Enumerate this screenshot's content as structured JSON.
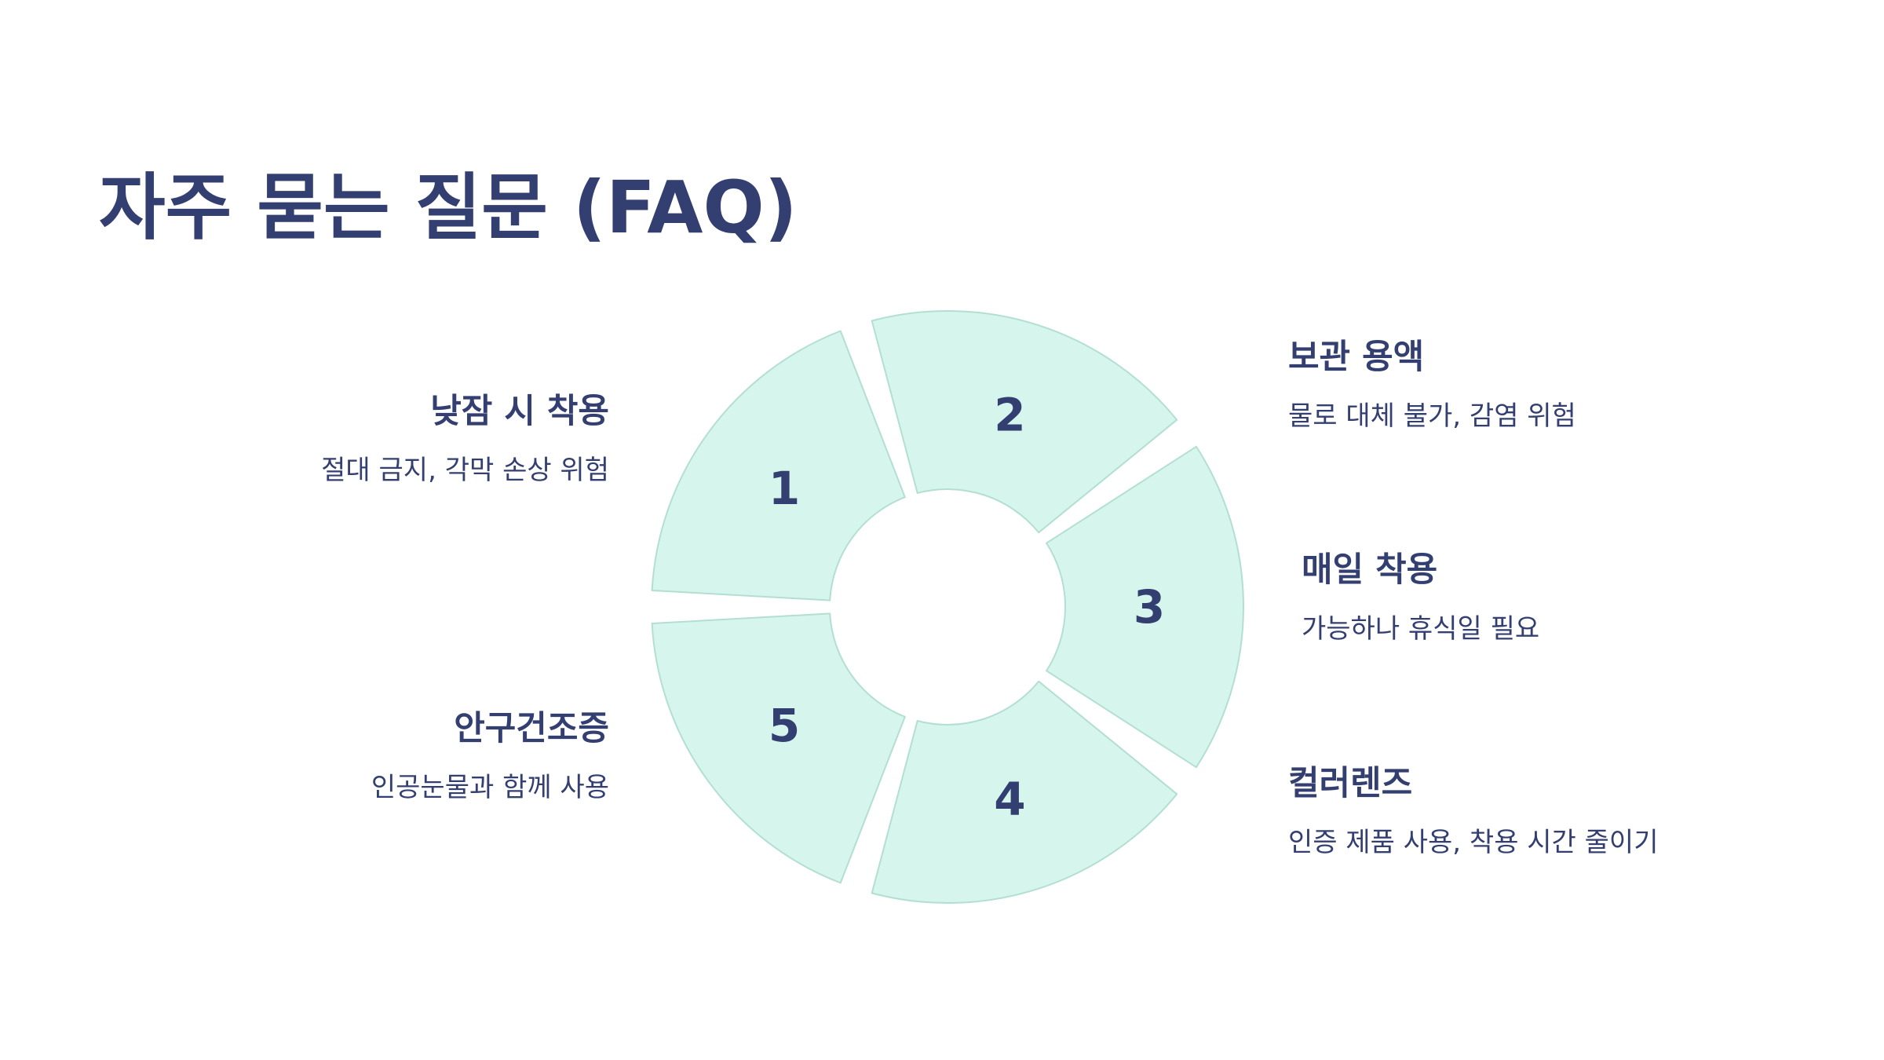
{
  "title": "자주 묻는 질문 (FAQ)",
  "colors": {
    "text": "#333f70",
    "segment_fill": "#d6f5ed",
    "segment_stroke": "#b3dfd2"
  },
  "segments": [
    {
      "number": "1",
      "title": "낮잠 시 착용",
      "description": "절대 금지, 각막 손상 위험"
    },
    {
      "number": "2",
      "title": "보관 용액",
      "description": "물로 대체 불가, 감염 위험"
    },
    {
      "number": "3",
      "title": "매일 착용",
      "description": "가능하나 휴식일 필요"
    },
    {
      "number": "4",
      "title": "컬러렌즈",
      "description": "인증 제품 사용, 착용 시간 줄이기"
    },
    {
      "number": "5",
      "title": "안구건조증",
      "description": "인공눈물과 함께 사용"
    }
  ]
}
